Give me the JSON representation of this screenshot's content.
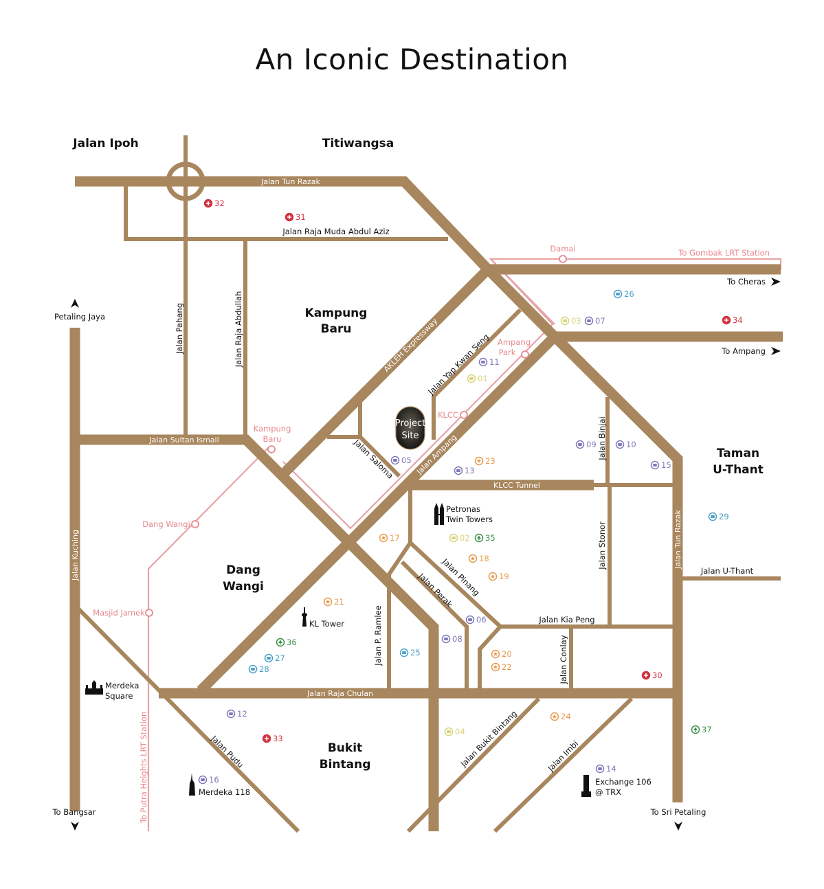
{
  "title": "An Iconic Destination",
  "colors": {
    "road": "#a8865e",
    "rail": "#e8a3a6",
    "hospital": "#d23341",
    "school": "#4aa0c8",
    "hotel": "#7e78b8",
    "attraction": "#e89a4c",
    "mall": "#d8d47a",
    "park": "#3e8e4a"
  },
  "areas": {
    "jalan_ipoh": "Jalan Ipoh",
    "titiwangsa": "Titiwangsa",
    "kampung_baru_1": "Kampung",
    "kampung_baru_2": "Baru",
    "taman_1": "Taman",
    "taman_2": "U-Thant",
    "dang_wangi_1": "Dang",
    "dang_wangi_2": "Wangi",
    "bukit_bintang_1": "Bukit",
    "bukit_bintang_2": "Bintang"
  },
  "roads": {
    "tun_razak_top": "Jalan Tun Razak",
    "raja_muda": "Jalan Raja Muda Abdul Aziz",
    "pahang": "Jalan  Pahang",
    "raja_abdullah": "Jalan Raja Abdullah",
    "sultan_ismail": "Jalan Sultan Ismail",
    "akleh": "AKLEH Expressway",
    "yap_kwan_seng": "Jalan Yap Kwan Seng",
    "saloma": "Jalan Saloma",
    "ampang": "Jalan Ampang",
    "klcc_tunnel": "KLCC Tunnel",
    "binjai": "Jalan Binjai",
    "stonor": "Jalan Stonor",
    "tun_razak_right": "Jalan Tun Razak",
    "u_thant": "Jalan U-Thant",
    "kuching": "Jalan Kuching",
    "pinang": "Jalan Pinang",
    "perak": "Jalan Perak",
    "kia_peng": "Jalan Kia Peng",
    "p_ramlee": "Jalan P. Ramlee",
    "conlay": "Jalan Conlay",
    "raja_chulan": "Jalan Raja Chulan",
    "pudu": "Jalan Pudu",
    "bukit_bintang": "Jalan Bukit Bintang",
    "imbi": "Jalan Imbi"
  },
  "rail": {
    "damai": "Damai",
    "gombak": "To Gombak LRT Station",
    "ampang_park_1": "Ampang",
    "ampang_park_2": "Park",
    "klcc": "KLCC",
    "kampung_baru_1": "Kampung",
    "kampung_baru_2": "Baru",
    "dang_wangi": "Dang Wangi",
    "masjid_jamek": "Masjid Jamek",
    "putra_heights": "To Putra Heights LRT Station"
  },
  "directions": {
    "cheras": "To Cheras",
    "ampang": "To Ampang",
    "petaling_jaya": "Petaling Jaya",
    "bangsar": "To Bangsar",
    "sri_petaling": "To Sri Petaling"
  },
  "landmarks": {
    "project_1": "Project",
    "project_2": "Site",
    "petronas_1": "Petronas",
    "petronas_2": "Twin Towers",
    "kl_tower": "KL Tower",
    "merdeka_sq_1": "Merdeka",
    "merdeka_sq_2": "Square",
    "merdeka118": "Merdeka 118",
    "exchange_1": "Exchange 106",
    "exchange_2": "@ TRX"
  },
  "poi": [
    {
      "num": "01",
      "kind": "mall"
    },
    {
      "num": "02",
      "kind": "mall"
    },
    {
      "num": "03",
      "kind": "mall"
    },
    {
      "num": "04",
      "kind": "mall"
    },
    {
      "num": "05",
      "kind": "hotel"
    },
    {
      "num": "06",
      "kind": "hotel"
    },
    {
      "num": "07",
      "kind": "hotel"
    },
    {
      "num": "08",
      "kind": "hotel"
    },
    {
      "num": "09",
      "kind": "hotel"
    },
    {
      "num": "10",
      "kind": "hotel"
    },
    {
      "num": "11",
      "kind": "hotel"
    },
    {
      "num": "12",
      "kind": "hotel"
    },
    {
      "num": "13",
      "kind": "hotel"
    },
    {
      "num": "14",
      "kind": "hotel"
    },
    {
      "num": "15",
      "kind": "hotel"
    },
    {
      "num": "16",
      "kind": "hotel"
    },
    {
      "num": "17",
      "kind": "attraction"
    },
    {
      "num": "18",
      "kind": "attraction"
    },
    {
      "num": "19",
      "kind": "attraction"
    },
    {
      "num": "20",
      "kind": "attraction"
    },
    {
      "num": "21",
      "kind": "attraction"
    },
    {
      "num": "22",
      "kind": "attraction"
    },
    {
      "num": "23",
      "kind": "attraction"
    },
    {
      "num": "24",
      "kind": "attraction"
    },
    {
      "num": "25",
      "kind": "school"
    },
    {
      "num": "26",
      "kind": "school"
    },
    {
      "num": "27",
      "kind": "school"
    },
    {
      "num": "28",
      "kind": "school"
    },
    {
      "num": "29",
      "kind": "school"
    },
    {
      "num": "30",
      "kind": "hospital"
    },
    {
      "num": "31",
      "kind": "hospital"
    },
    {
      "num": "32",
      "kind": "hospital"
    },
    {
      "num": "33",
      "kind": "hospital"
    },
    {
      "num": "34",
      "kind": "hospital"
    },
    {
      "num": "35",
      "kind": "park"
    },
    {
      "num": "36",
      "kind": "park"
    },
    {
      "num": "37",
      "kind": "park"
    }
  ]
}
